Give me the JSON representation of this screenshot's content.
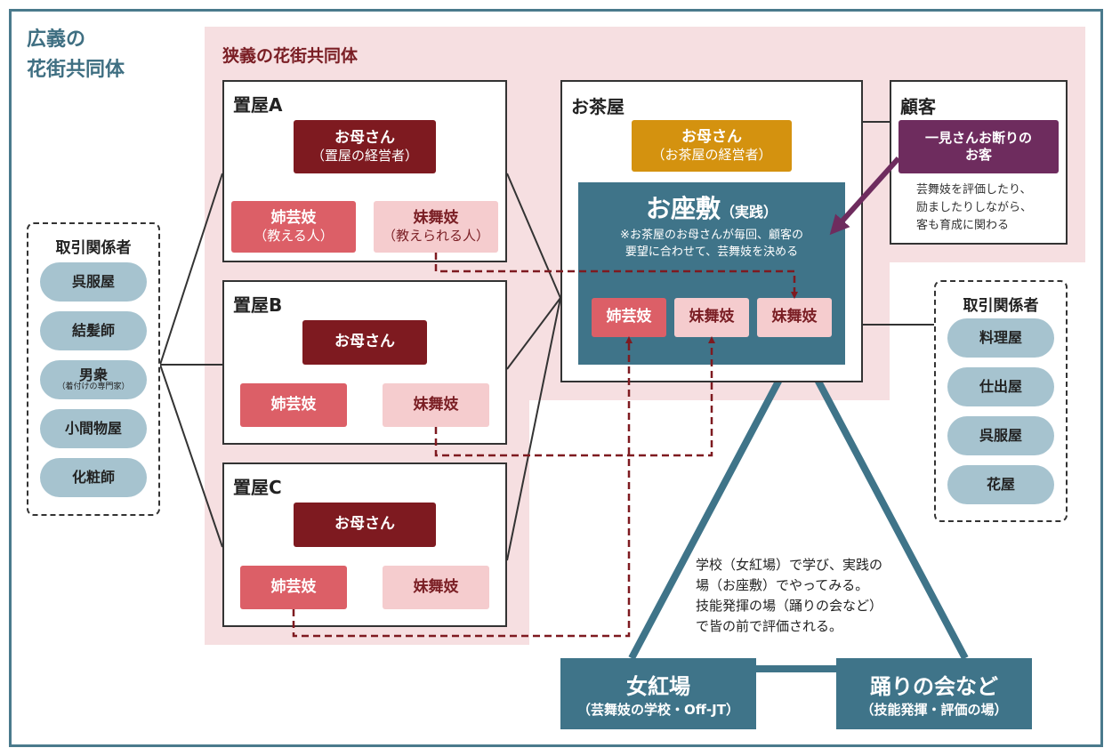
{
  "titles": {
    "broad": [
      "広義の",
      "花街共同体"
    ],
    "narrow": "狭義の花街共同体"
  },
  "okiya": [
    {
      "title": "置屋A",
      "mother": "お母さん",
      "mother_sub": "（置屋の経営者）",
      "elder": "姉芸妓",
      "elder_sub": "（教える人）",
      "younger": "妹舞妓",
      "younger_sub": "（教えられる人）"
    },
    {
      "title": "置屋B",
      "mother": "お母さん",
      "elder": "姉芸妓",
      "younger": "妹舞妓"
    },
    {
      "title": "置屋C",
      "mother": "お母さん",
      "elder": "姉芸妓",
      "younger": "妹舞妓"
    }
  ],
  "ochaya": {
    "title": "お茶屋",
    "mother": "お母さん",
    "mother_sub": "（お茶屋の経営者）",
    "zashiki_title": "お座敷",
    "zashiki_sub": "（実践）",
    "zashiki_note": [
      "※お茶屋のお母さんが毎回、顧客の",
      "要望に合わせて、芸舞妓を決める"
    ],
    "members": [
      "姉芸妓",
      "妹舞妓",
      "妹舞妓"
    ]
  },
  "customer": {
    "title": "顧客",
    "label": [
      "一見さんお断りの",
      "お客"
    ],
    "note": [
      "芸舞妓を評価したり、",
      "励ましたりしながら、",
      "客も育成に関わる"
    ]
  },
  "partners_left": {
    "title": "取引関係者",
    "items": [
      "呉服屋",
      "結髪師",
      "男衆",
      "小間物屋",
      "化粧師"
    ],
    "otokoshu_sub": "（着付けの専門家）"
  },
  "partners_right": {
    "title": "取引関係者",
    "items": [
      "料理屋",
      "仕出屋",
      "呉服屋",
      "花屋"
    ]
  },
  "school": {
    "title": "女紅場",
    "sub": "（芸舞妓の学校・Off-JT）"
  },
  "stage": {
    "title": "踊りの会など",
    "sub": "（技能発揮・評価の場）"
  },
  "learning_note": [
    "学校（女紅場）で学び、実践の",
    "場（お座敷）でやってみる。",
    "技能発揮の場（踊りの会など）",
    "で皆の前で評価される。"
  ],
  "colors": {
    "frame": "#4a7a8c",
    "pink": "#f6dfe1",
    "mother": "#7e1a20",
    "elder": "#dc5f67",
    "younger": "#f5ccce",
    "teahouse_mother": "#d4920f",
    "zashiki": "#3f7489",
    "customer": "#6e2c5e",
    "partner_pill": "#a6c3cf",
    "dashed_link": "#7e1a20"
  }
}
